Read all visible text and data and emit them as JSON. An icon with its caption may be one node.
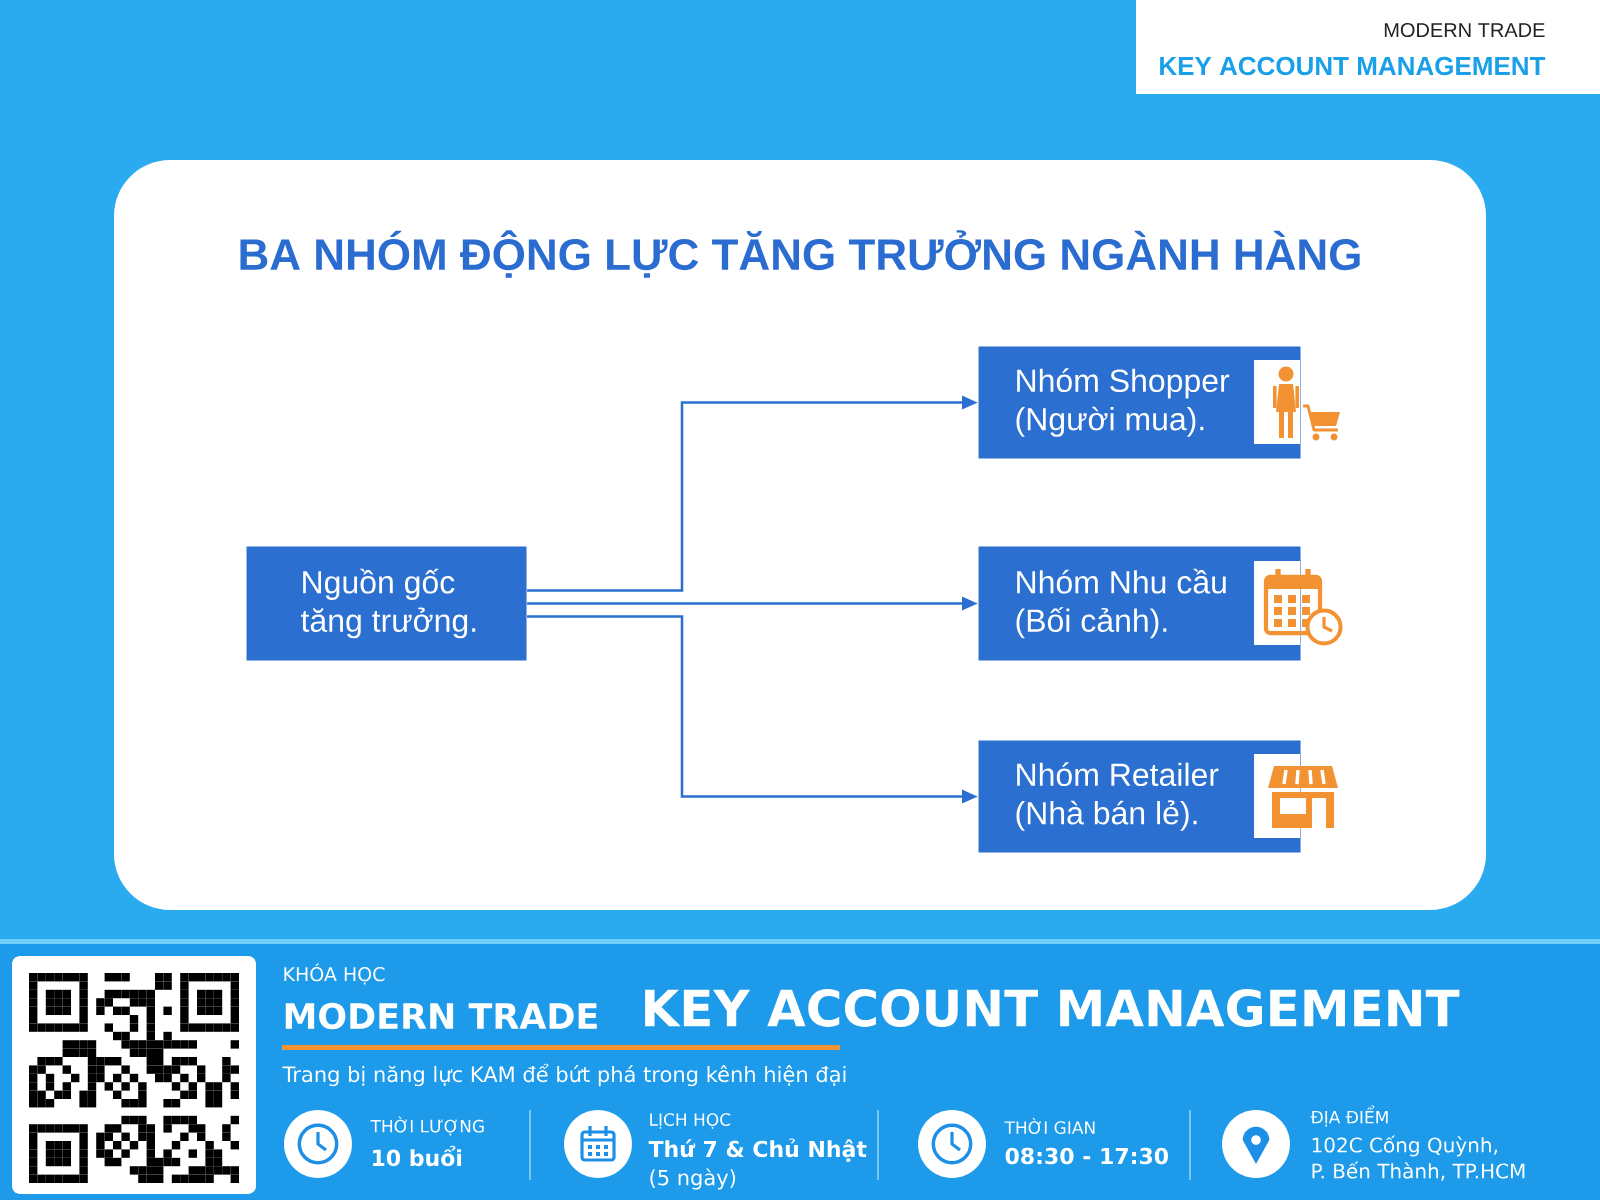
{
  "diagram": {
    "title": "BA NHÓM ĐỘNG LỰC TĂNG TRƯỞNG NGÀNH HÀNG",
    "nodes": [
      {
        "text": [
          "Nguồn gốc tăng trưởng."
        ]
      },
      {
        "text": [
          "Nhóm Shopper (Người mua)."
        ]
      },
      {
        "text": [
          "Nhóm Nhu cầu (Bối cảnh)."
        ]
      },
      {
        "text": [
          "Nhóm Retailer (Nhà bán lẻ)."
        ]
      }
    ],
    "edges": [
      {
        "from": 0,
        "to": 1,
        "arrow": "to"
      },
      {
        "from": 0,
        "to": 2,
        "arrow": "to"
      },
      {
        "from": 0,
        "to": 3,
        "arrow": "to"
      }
    ],
    "labels": [
      "MODERN TRADE",
      "KEY ACCOUNT MANAGEMENT",
      "KHÓA HỌC",
      "MODERN TRADE",
      "KEY ACCOUNT MANAGEMENT",
      "Trang bị năng lực KAM để bứt phá trong kênh hiện đại",
      "THỜI LƯỢNG",
      "10 buổi",
      "LỊCH HỌC",
      "Thứ 7 & Chủ Nhật",
      "(5 ngày)",
      "THỜI GIAN",
      "08:30 - 17:30",
      "ĐỊA ĐIỂM",
      "102C Cống Quỳnh, P. Bến Thành, TP.HCM"
    ]
  }
}
